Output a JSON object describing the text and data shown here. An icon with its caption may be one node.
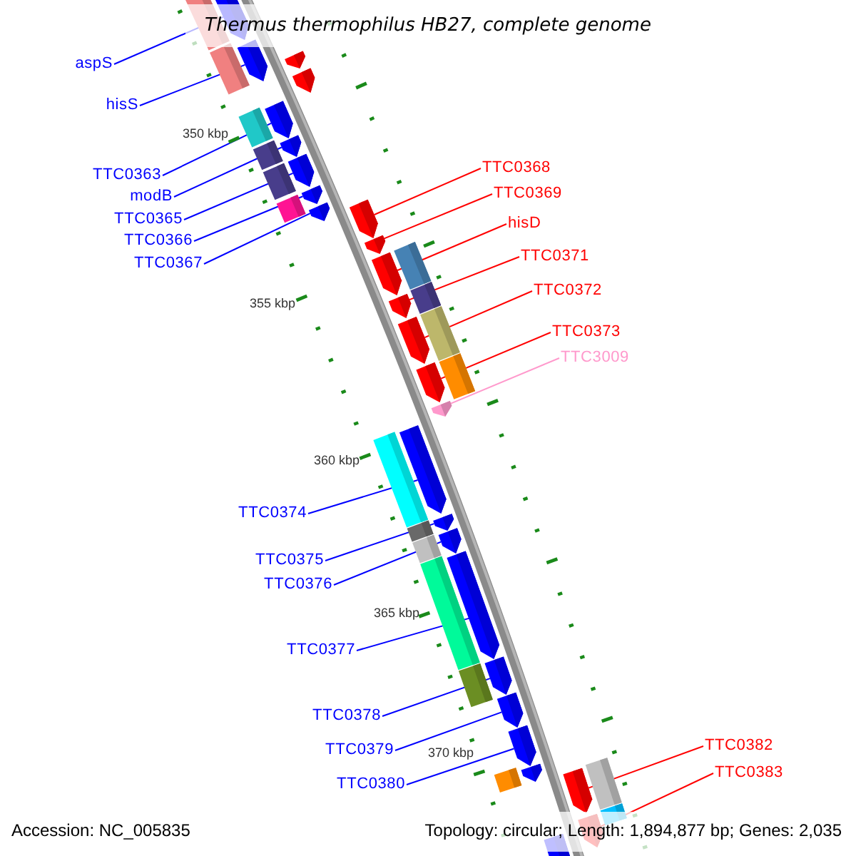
{
  "diagram": {
    "title": "Thermus thermophilus HB27, complete genome",
    "nodes": [
      {
        "text": [
          "aspS"
        ]
      },
      {
        "text": [
          "hisS"
        ]
      },
      {
        "text": [
          "TTC0363"
        ]
      },
      {
        "text": [
          "modB"
        ]
      },
      {
        "text": [
          "TTC0365"
        ]
      },
      {
        "text": [
          "TTC0366"
        ]
      },
      {
        "text": [
          "TTC0367"
        ]
      },
      {
        "text": [
          "TTC0368"
        ]
      },
      {
        "text": [
          "TTC0369"
        ]
      },
      {
        "text": [
          "hisD"
        ]
      },
      {
        "text": [
          "TTC0371"
        ]
      },
      {
        "text": [
          "TTC0372"
        ]
      },
      {
        "text": [
          "TTC0373"
        ]
      },
      {
        "text": [
          "TTC3009"
        ]
      },
      {
        "text": [
          "TTC0374"
        ]
      },
      {
        "text": [
          "TTC0375"
        ]
      },
      {
        "text": [
          "TTC0376"
        ]
      },
      {
        "text": [
          "TTC0377"
        ]
      },
      {
        "text": [
          "TTC0378"
        ]
      },
      {
        "text": [
          "TTC0379"
        ]
      },
      {
        "text": [
          "TTC0380"
        ]
      },
      {
        "text": [
          "TTC0382"
        ]
      },
      {
        "text": [
          "TTC0383"
        ]
      },
      {
        "text": [],
        "shape": "pentagon"
      },
      {
        "text": [],
        "shape": "pentagon"
      },
      {
        "text": [],
        "shape": "pentagon"
      },
      {
        "text": [],
        "shape": "pentagon"
      },
      {
        "text": [],
        "shape": "pentagon"
      },
      {
        "text": [],
        "shape": "pentagon"
      },
      {
        "text": [],
        "shape": "pentagon"
      },
      {
        "text": [],
        "shape": "pentagon"
      },
      {
        "text": [],
        "shape": "pentagon"
      },
      {
        "text": [],
        "shape": "pentagon"
      },
      {
        "text": [],
        "shape": "pentagon"
      },
      {
        "text": [],
        "shape": "pentagon"
      },
      {
        "text": [],
        "shape": "pentagon"
      },
      {
        "text": [],
        "shape": "pentagon"
      },
      {
        "text": [],
        "shape": "pentagon"
      },
      {
        "text": [],
        "shape": "pentagon"
      },
      {
        "text": [],
        "shape": "pentagon"
      },
      {
        "text": [],
        "shape": "pentagon"
      },
      {
        "text": [],
        "shape": "pentagon"
      },
      {
        "text": [],
        "shape": "pentagon"
      },
      {
        "text": [],
        "shape": "pentagon"
      },
      {
        "text": [],
        "shape": "pentagon"
      },
      {
        "text": [],
        "shape": "pentagon"
      },
      {
        "text": [],
        "shape": "box"
      },
      {
        "text": [],
        "shape": "box"
      },
      {
        "text": [],
        "shape": "pentagon"
      },
      {
        "text": [],
        "shape": "pentagon"
      },
      {
        "text": [],
        "shape": "box"
      },
      {
        "text": [],
        "shape": "box"
      },
      {
        "text": [],
        "shape": "box"
      },
      {
        "text": [],
        "shape": "box"
      },
      {
        "text": [],
        "shape": "box"
      },
      {
        "text": [],
        "shape": "box"
      },
      {
        "text": [],
        "shape": "box"
      },
      {
        "text": [],
        "shape": "box"
      },
      {
        "text": [],
        "shape": "box"
      },
      {
        "text": [],
        "shape": "box"
      },
      {
        "text": [],
        "shape": "box"
      },
      {
        "text": [],
        "shape": "box"
      },
      {
        "text": [],
        "shape": "box"
      },
      {
        "text": [],
        "shape": "box"
      },
      {
        "text": [],
        "shape": "pentagon"
      },
      {
        "text": [],
        "shape": "box"
      },
      {
        "text": [],
        "shape": "box"
      },
      {
        "text": [],
        "shape": "pentagon"
      }
    ],
    "edges": [
      {
        "from": 0,
        "to": 23,
        "arrow": "none"
      },
      {
        "from": 1,
        "to": 24,
        "arrow": "none"
      },
      {
        "from": 2,
        "to": 25,
        "arrow": "none"
      },
      {
        "from": 3,
        "to": 26,
        "arrow": "none"
      },
      {
        "from": 4,
        "to": 27,
        "arrow": "none"
      },
      {
        "from": 5,
        "to": 28,
        "arrow": "none"
      },
      {
        "from": 6,
        "to": 29,
        "arrow": "none"
      },
      {
        "from": 7,
        "to": 30,
        "arrow": "none",
        "color": "#ff0000"
      },
      {
        "from": 8,
        "to": 31,
        "arrow": "none",
        "color": "#ff0000"
      },
      {
        "from": 9,
        "to": 32,
        "arrow": "none",
        "color": "#ff0000"
      },
      {
        "from": 10,
        "to": 33,
        "arrow": "none",
        "color": "#ff0000"
      },
      {
        "from": 11,
        "to": 34,
        "arrow": "none",
        "color": "#ff0000"
      },
      {
        "from": 12,
        "to": 35,
        "arrow": "none",
        "color": "#ff0000"
      },
      {
        "from": 13,
        "to": 36,
        "arrow": "none",
        "color": "#ff99cc"
      },
      {
        "from": 14,
        "to": 37,
        "arrow": "none"
      },
      {
        "from": 15,
        "to": 38,
        "arrow": "none"
      },
      {
        "from": 16,
        "to": 39,
        "arrow": "none"
      },
      {
        "from": 17,
        "to": 40,
        "arrow": "none"
      },
      {
        "from": 18,
        "to": 41,
        "arrow": "none"
      },
      {
        "from": 19,
        "to": 42,
        "arrow": "none"
      },
      {
        "from": 20,
        "to": 43,
        "arrow": "none"
      },
      {
        "from": 21,
        "to": 44,
        "arrow": "none",
        "color": "#ff0000"
      },
      {
        "from": 22,
        "to": 45,
        "arrow": "none",
        "color": "#ff0000"
      }
    ],
    "labels": [
      "350 kbp",
      "355 kbp",
      "360 kbp",
      "365 kbp",
      "370 kbp",
      "Accession: NC_005835",
      "Topology: circular; Length: 1,894,877 bp; Genes: 2,035"
    ]
  }
}
